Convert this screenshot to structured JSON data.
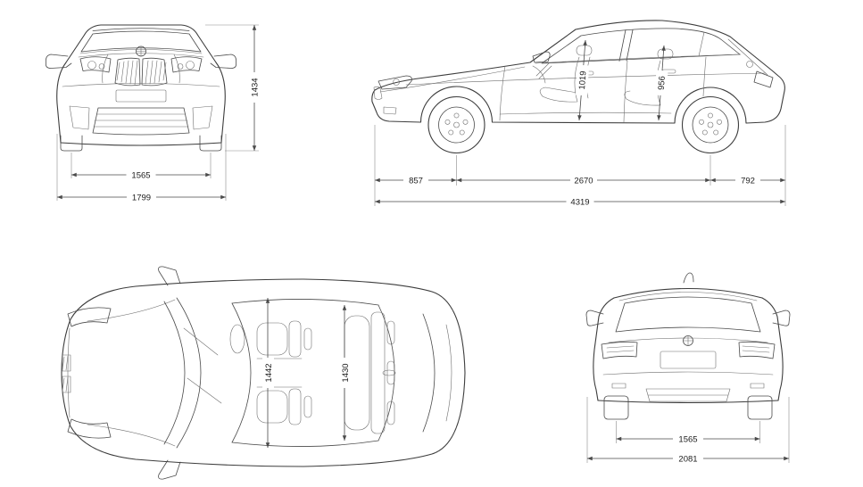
{
  "colors": {
    "background": "#ffffff",
    "line": "#3d3d3d",
    "dimension_line": "#4a4a4a",
    "label_text": "#1c1c1c"
  },
  "views": {
    "front": {
      "height_mm": "1434",
      "track_width_mm": "1565",
      "overall_width_mm": "1799"
    },
    "side": {
      "front_headroom_mm": "1019",
      "rear_headroom_mm": "956",
      "front_overhang_mm": "857",
      "wheelbase_mm": "2670",
      "rear_overhang_mm": "792",
      "overall_length_mm": "4319"
    },
    "top": {
      "front_interior_width_mm": "1442",
      "rear_interior_width_mm": "1430"
    },
    "rear": {
      "track_width_mm": "1565",
      "width_incl_mirrors_mm": "2081"
    }
  }
}
